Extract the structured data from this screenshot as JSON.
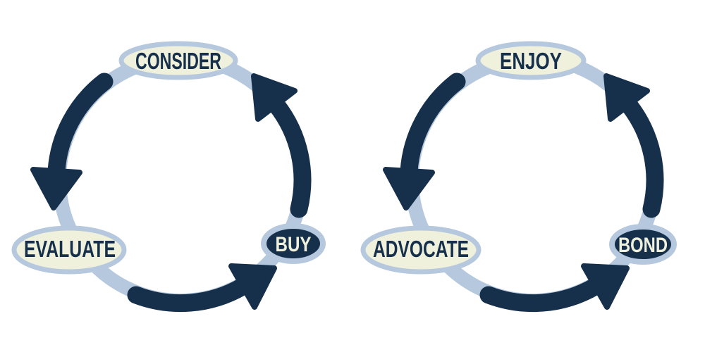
{
  "colors": {
    "navy": "#16304c",
    "light_blue": "#b5c8dd",
    "cream": "#f0f1dc",
    "background": "#ffffff"
  },
  "diagrams": [
    {
      "name": "purchase-cycle",
      "stages": [
        {
          "label": "CONSIDER",
          "position": "top",
          "style": "light"
        },
        {
          "label": "EVALUATE",
          "position": "bottom-left",
          "style": "light"
        },
        {
          "label": "BUY",
          "position": "bottom-right",
          "style": "dark"
        }
      ],
      "arrows": [
        {
          "from": "CONSIDER",
          "to": "EVALUATE"
        },
        {
          "from": "EVALUATE",
          "to": "BUY"
        },
        {
          "from": "BUY",
          "to": "CONSIDER"
        }
      ]
    },
    {
      "name": "loyalty-cycle",
      "stages": [
        {
          "label": "ENJOY",
          "position": "top",
          "style": "light"
        },
        {
          "label": "ADVOCATE",
          "position": "bottom-left",
          "style": "light"
        },
        {
          "label": "BOND",
          "position": "bottom-right",
          "style": "dark"
        }
      ],
      "arrows": [
        {
          "from": "ENJOY",
          "to": "ADVOCATE"
        },
        {
          "from": "ADVOCATE",
          "to": "BOND"
        },
        {
          "from": "BOND",
          "to": "ENJOY"
        }
      ]
    }
  ]
}
